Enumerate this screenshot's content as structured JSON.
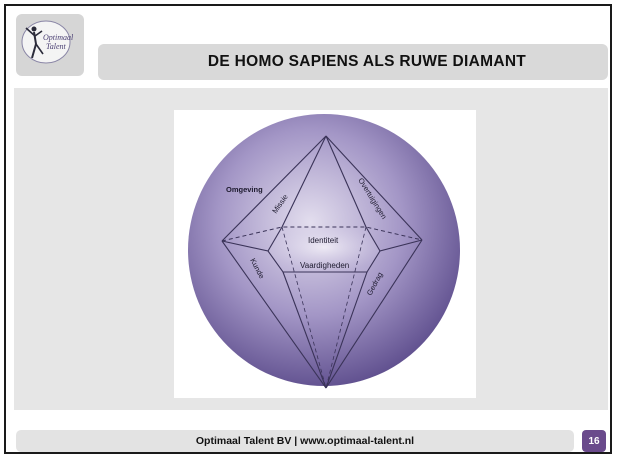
{
  "header": {
    "logo_line1": "Optimaal",
    "logo_line2": "Talent",
    "title": "DE HOMO SAPIENS ALS RUWE DIAMANT"
  },
  "diagram": {
    "labels": {
      "environment": "Omgeving",
      "mission": "Missie",
      "beliefs": "Overtuigingen",
      "identity": "Identiteit",
      "skills": "Vaardigheden",
      "behavior": "Gedrag",
      "competences": "Kunde"
    },
    "colors": {
      "sphere_light": "#e3deee",
      "sphere_dark": "#5f4f8e",
      "lines": "#3a3358"
    }
  },
  "footer": {
    "text": "Optimaal Talent BV | www.optimaal-talent.nl",
    "page_number": "16"
  },
  "colors": {
    "badge": "#6a4a8c",
    "panel": "#e6e6e6",
    "bar": "#d9d9d9"
  }
}
